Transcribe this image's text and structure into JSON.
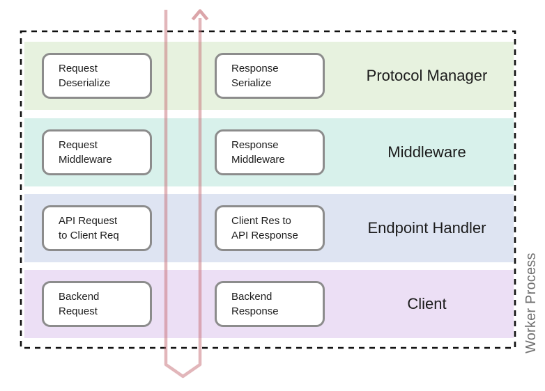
{
  "worker_process_label": "Worker Process",
  "frame": {
    "border_color": "#0f0f0f"
  },
  "arrows": {
    "color": "#c56d75",
    "down_icon": "down-arrow",
    "up_icon": "up-arrow"
  },
  "text_colors": {
    "box_text": "#1d1d1d",
    "layer_label": "#1b1b1b",
    "side_label": "#707070"
  },
  "rows": [
    {
      "label": "Protocol Manager",
      "band_color": "#e7f2df",
      "left_box": {
        "line1": "Request",
        "line2": "Deserialize"
      },
      "right_box": {
        "line1": "Response",
        "line2": "Serialize"
      }
    },
    {
      "label": "Middleware",
      "band_color": "#d8f1eb",
      "left_box": {
        "line1": "Request",
        "line2": "Middleware"
      },
      "right_box": {
        "line1": "Response",
        "line2": "Middleware"
      }
    },
    {
      "label": "Endpoint Handler",
      "band_color": "#dee4f2",
      "left_box": {
        "line1": "API Request",
        "line2": "to Client Req"
      },
      "right_box": {
        "line1": "Client Res to",
        "line2": "API Response"
      }
    },
    {
      "label": "Client",
      "band_color": "#ecdff5",
      "left_box": {
        "line1": "Backend",
        "line2": "Request"
      },
      "right_box": {
        "line1": "Backend",
        "line2": "Response"
      }
    }
  ]
}
